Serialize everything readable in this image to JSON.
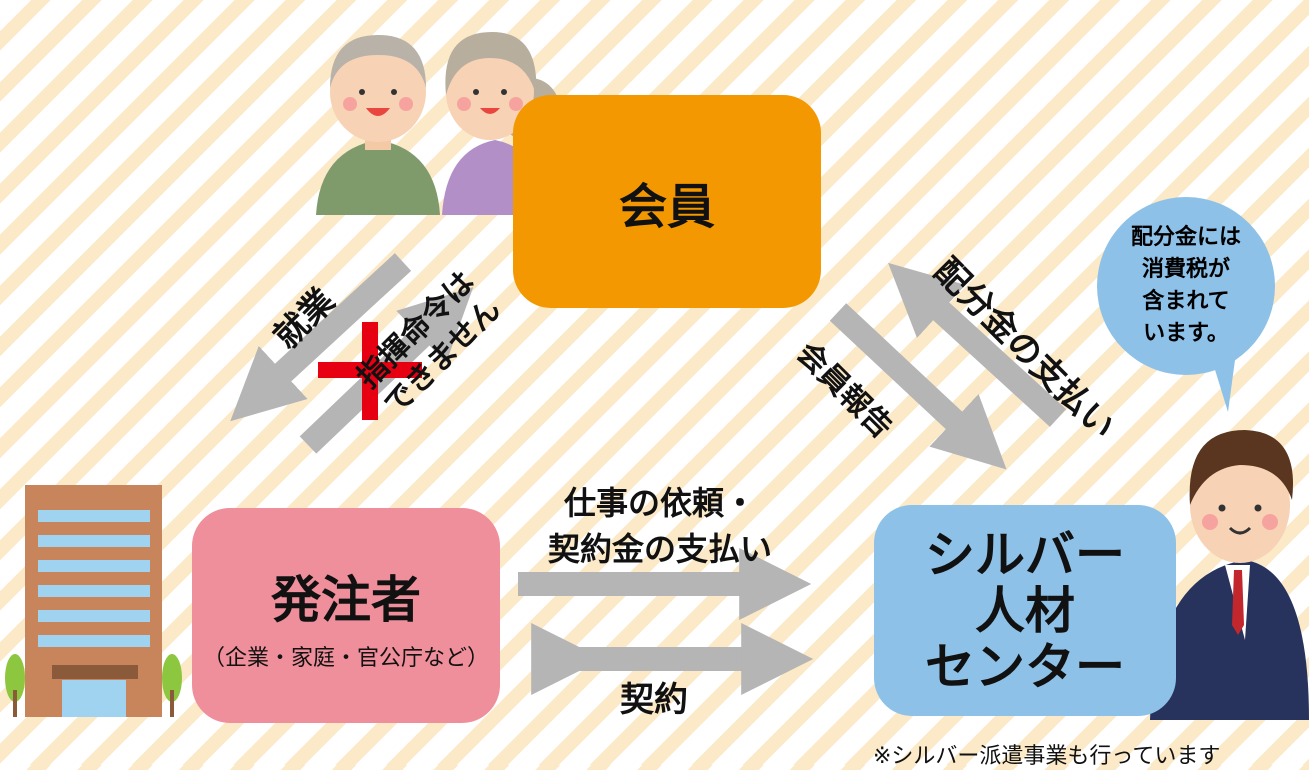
{
  "nodes": {
    "member": "会員",
    "client_title": "発注者",
    "client_sub": "（企業・家庭・官公庁など）",
    "center_line1": "シルバー",
    "center_line2": "人材",
    "center_line3": "センター"
  },
  "edges": {
    "work": "就業",
    "command_line1": "指揮命令は",
    "command_line2": "できません",
    "request_line1": "仕事の依頼・",
    "request_line2": "契約金の支払い",
    "contract": "契約",
    "member_report": "会員報告",
    "payment": "配分金の支払い"
  },
  "bubble": {
    "line1": "配分金には",
    "line2": "消費税が",
    "line3": "含まれて",
    "line4": "います。"
  },
  "note": "※シルバー派遣事業も行っています",
  "colors": {
    "member": "#f39800",
    "client": "#ef8f9b",
    "center": "#8ec1e8",
    "arrow": "#b5b5b5",
    "prohibit_cross": "#e60012",
    "stripe": "#fbe9c7"
  },
  "icons": [
    "elderly-man-icon",
    "elderly-woman-icon",
    "office-building-icon",
    "staff-man-icon",
    "prohibit-cross-icon"
  ]
}
